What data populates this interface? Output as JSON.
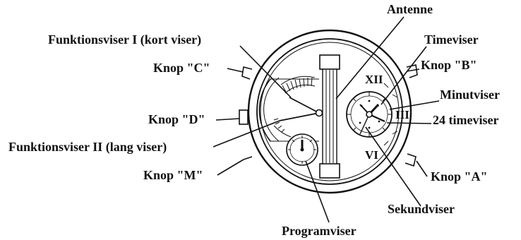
{
  "labels": {
    "antenne": "Antenne",
    "timeviser": "Timeviser",
    "knop_b": "Knop \"B\"",
    "minutviser": "Minutviser",
    "timeviser_24": "24 timeviser",
    "knop_a": "Knop \"A\"",
    "sekundviser": "Sekundviser",
    "programviser": "Programviser",
    "knop_m": "Knop \"M\"",
    "funktionsviser_2": "Funktionsviser II (lang viser)",
    "knop_d": "Knop \"D\"",
    "knop_c": "Knop \"C\"",
    "funktionsviser_1": "Funktionsviser I (kort viser)"
  }
}
